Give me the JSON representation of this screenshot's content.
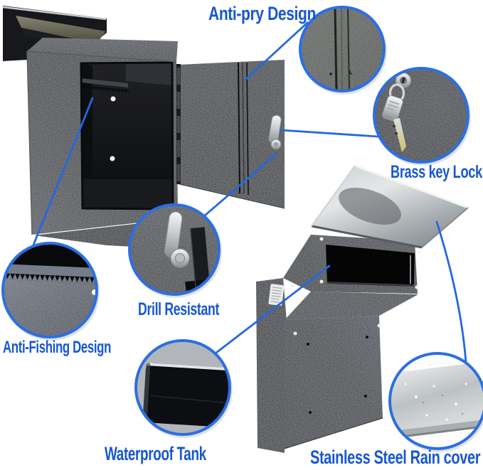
{
  "callouts": {
    "anti_pry": {
      "label": "Anti-pry Design"
    },
    "brass_key_lock": {
      "label": "Brass key Lock"
    },
    "drill_resistant": {
      "label": "Drill Resistant"
    },
    "anti_fishing": {
      "label": "Anti-Fishing Design"
    },
    "waterproof_tank": {
      "label": "Waterproof Tank"
    },
    "stainless_rain_cover": {
      "label": "Stainless Steel Rain cover"
    }
  },
  "colors": {
    "background": "#ffffff",
    "label_blue": "#1757d2",
    "callout_ring_blue": "#2b6fe2",
    "connector_blue": "#2368e0",
    "box_black": "#1d1f22",
    "stainless_steel": "#dfe3e4"
  }
}
